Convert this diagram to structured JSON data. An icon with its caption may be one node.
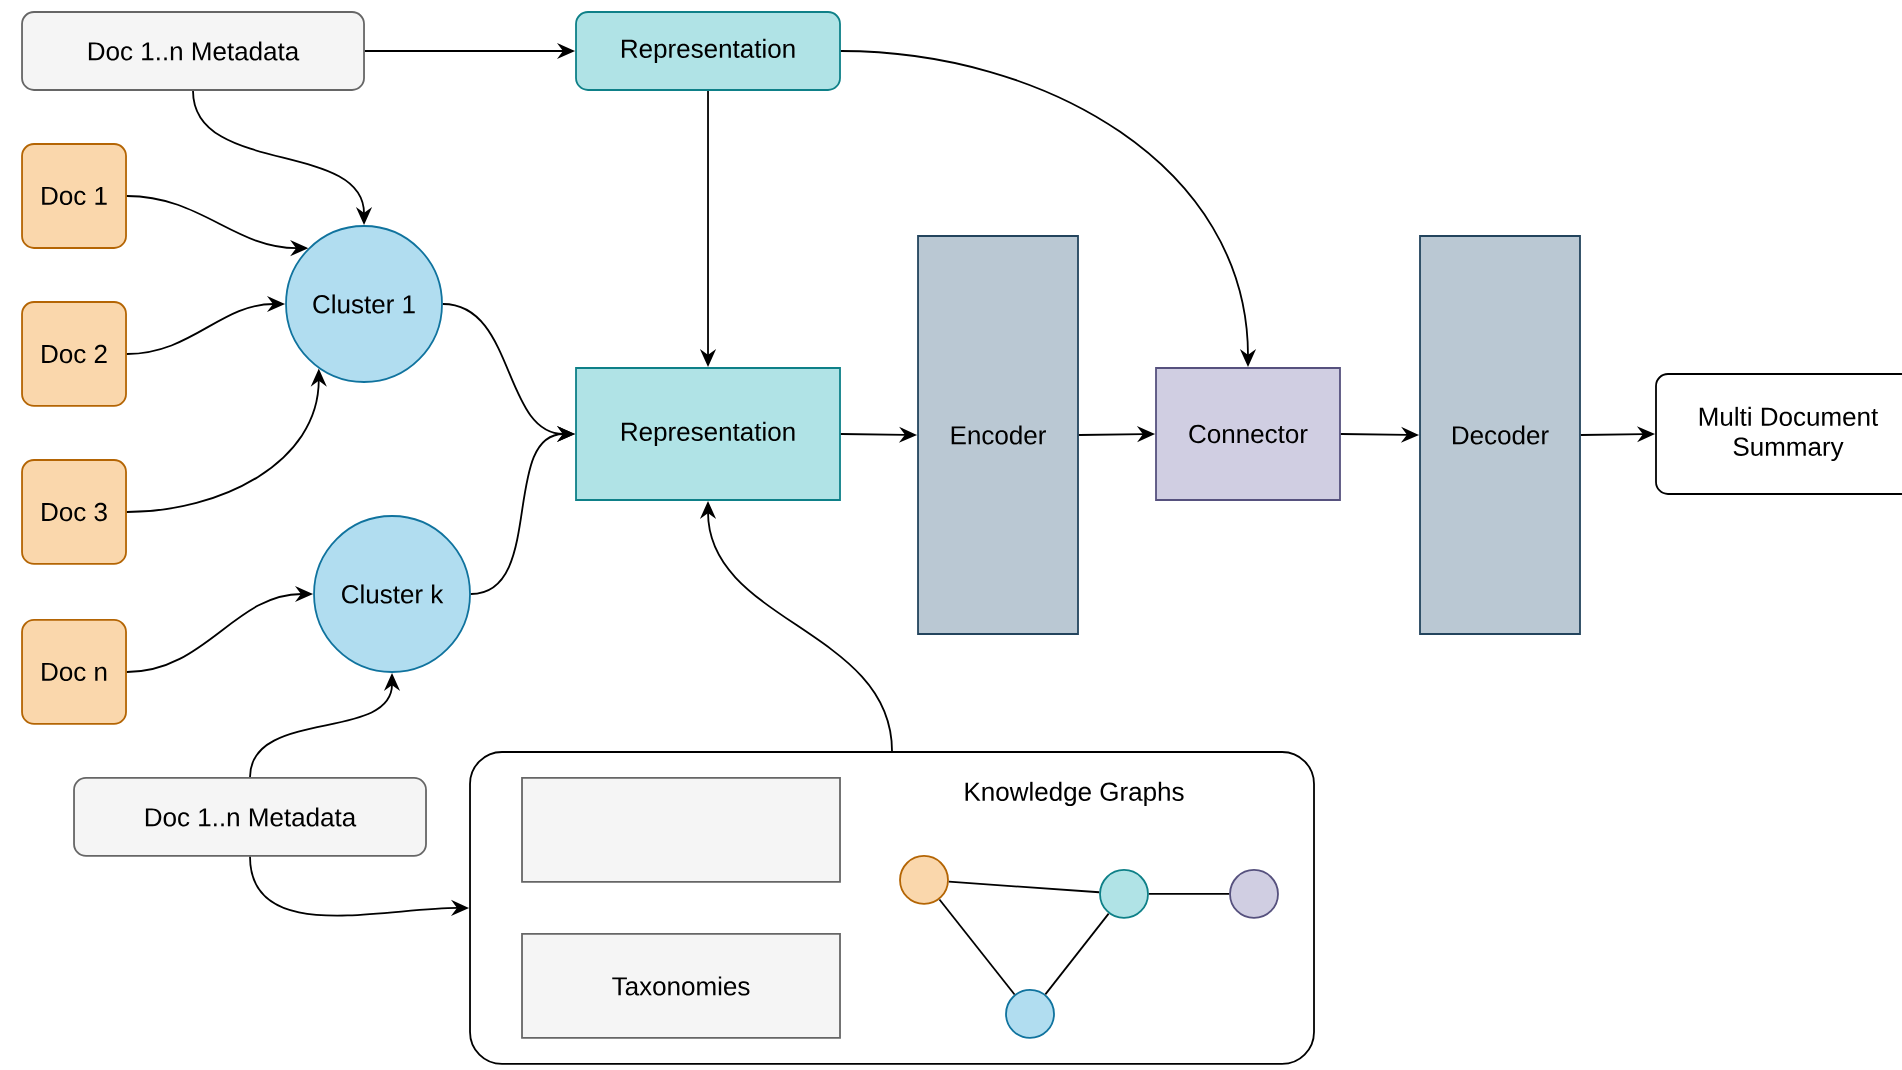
{
  "diagram": {
    "nodes": [
      {
        "text": [
          "Doc 1..n Metadata"
        ]
      },
      {
        "text": [
          "Representation"
        ]
      },
      {
        "text": [
          "Doc 1"
        ]
      },
      {
        "text": [
          "Doc 2"
        ]
      },
      {
        "text": [
          "Doc 3"
        ]
      },
      {
        "text": [
          "Doc n"
        ]
      },
      {
        "text": [
          "Cluster 1"
        ]
      },
      {
        "text": [
          "Cluster k"
        ]
      },
      {
        "text": [
          "Representation"
        ]
      },
      {
        "text": [
          "Encoder"
        ]
      },
      {
        "text": [
          "Connector"
        ]
      },
      {
        "text": [
          "Decoder"
        ]
      },
      {
        "text": [
          "Multi Document Summary"
        ]
      },
      {
        "text": [
          "Doc 1..n Metadata"
        ]
      },
      {
        "text": [],
        "shape": "box"
      },
      {
        "text": [],
        "shape": "box",
        "in": 14
      },
      {
        "text": [
          "Taxonomies"
        ],
        "in": 14
      },
      {
        "text": [],
        "shape": "circle",
        "in": 14
      },
      {
        "text": [],
        "shape": "circle",
        "in": 14
      },
      {
        "text": [],
        "shape": "circle",
        "in": 14
      },
      {
        "text": [],
        "shape": "circle",
        "in": 14
      }
    ],
    "edges": [
      {
        "from": 0,
        "to": 1,
        "arrow": "to"
      },
      {
        "from": 0,
        "to": 6,
        "arrow": "to"
      },
      {
        "from": 2,
        "to": 6,
        "arrow": "to"
      },
      {
        "from": 3,
        "to": 6,
        "arrow": "to"
      },
      {
        "from": 4,
        "to": 6,
        "arrow": "to"
      },
      {
        "from": 5,
        "to": 7,
        "arrow": "to"
      },
      {
        "from": 13,
        "to": 7,
        "arrow": "to"
      },
      {
        "from": 13,
        "to": 14,
        "arrow": "to"
      },
      {
        "from": 6,
        "to": 8,
        "arrow": "to"
      },
      {
        "from": 7,
        "to": 8,
        "arrow": "to"
      },
      {
        "from": 1,
        "to": 8,
        "arrow": "to"
      },
      {
        "from": 1,
        "to": 10,
        "arrow": "to"
      },
      {
        "from": 14,
        "to": 8,
        "arrow": "to"
      },
      {
        "from": 8,
        "to": 9,
        "arrow": "to"
      },
      {
        "from": 9,
        "to": 10,
        "arrow": "to"
      },
      {
        "from": 10,
        "to": 11,
        "arrow": "to"
      },
      {
        "from": 11,
        "to": 12,
        "arrow": "to"
      },
      {
        "from": 17,
        "to": 19,
        "arrow": "none"
      },
      {
        "from": 17,
        "to": 18,
        "arrow": "none"
      },
      {
        "from": 18,
        "to": 19,
        "arrow": "none"
      },
      {
        "from": 19,
        "to": 20,
        "arrow": "none"
      }
    ],
    "labels": [
      "Knowledge Graphs"
    ]
  }
}
